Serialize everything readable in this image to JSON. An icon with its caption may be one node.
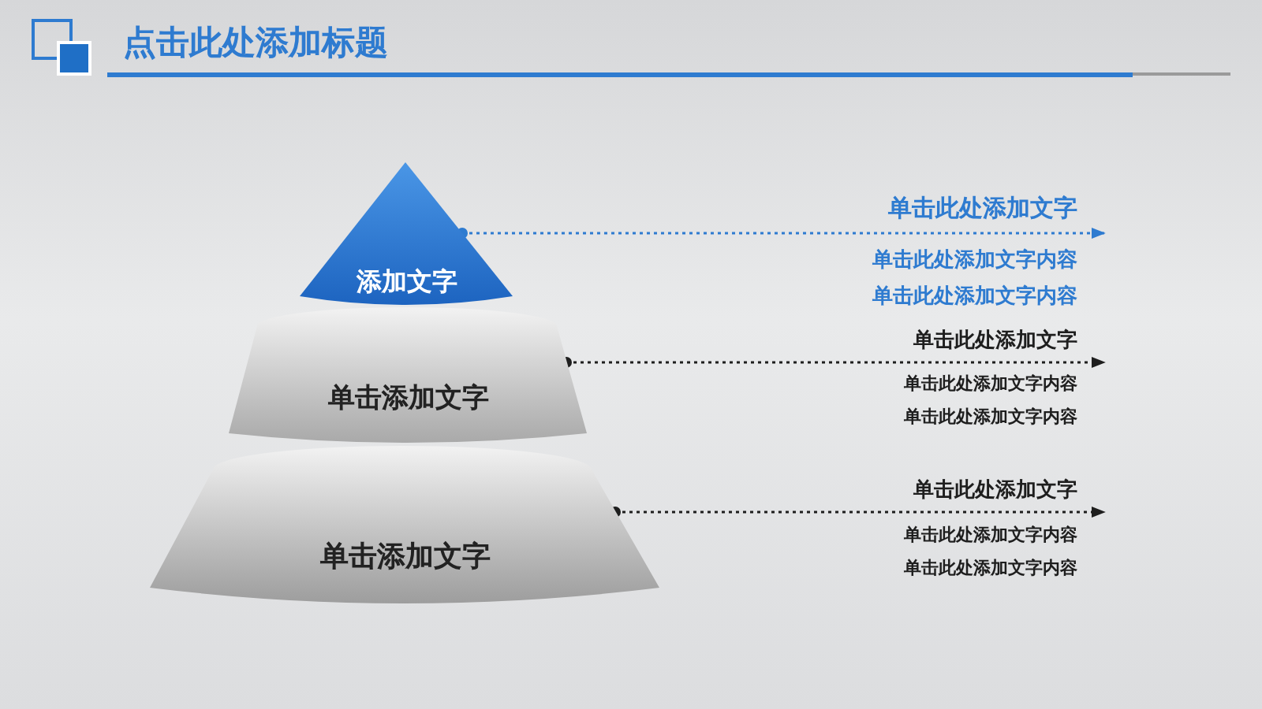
{
  "diagram": {
    "title": "点击此处添加标题",
    "nodes": [
      {
        "text": [
          "添加文字"
        ]
      },
      {
        "text": [
          "单击添加文字"
        ]
      },
      {
        "text": [
          "单击添加文字"
        ]
      }
    ],
    "edges": [
      {
        "from": 0,
        "to": null,
        "arrow": "to",
        "style": "dashed",
        "color": "#2e7bd0"
      },
      {
        "from": 1,
        "to": null,
        "arrow": "to",
        "style": "dashed"
      },
      {
        "from": 2,
        "to": null,
        "arrow": "to",
        "style": "dashed"
      }
    ],
    "labels": [
      "单击此处添加文字",
      "单击此处添加文字内容",
      "单击此处添加文字内容",
      "单击此处添加文字",
      "单击此处添加文字内容",
      "单击此处添加文字内容",
      "单击此处添加文字",
      "单击此处添加文字内容",
      "单击此处添加文字内容"
    ]
  }
}
